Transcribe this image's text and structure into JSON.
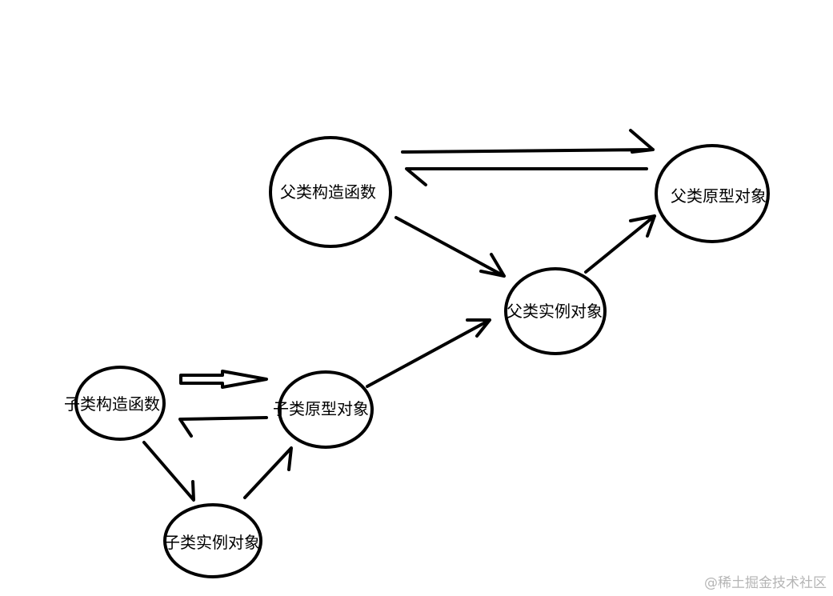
{
  "nodes": {
    "parent_constructor": {
      "label": "父类构造函数"
    },
    "parent_prototype": {
      "label": "父类原型对象"
    },
    "parent_instance": {
      "label": "父类实例对象"
    },
    "child_constructor": {
      "label": "子类构造函数"
    },
    "child_prototype": {
      "label": "子类原型对象"
    },
    "child_instance": {
      "label": "子类实例对象"
    }
  },
  "watermark": "@稀土掘金技术社区",
  "colors": {
    "stroke": "#000000",
    "background": "#ffffff",
    "watermark": "#b5b5b5"
  }
}
